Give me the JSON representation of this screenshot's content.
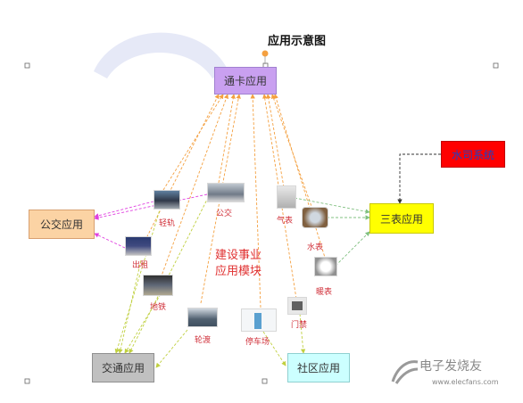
{
  "title": "应用示意图",
  "boxes": {
    "top": "通卡应用",
    "bus": "公交应用",
    "meter": "三表应用",
    "water_sys": "水司系统",
    "transport": "交通应用",
    "community": "社区应用"
  },
  "center_text": [
    "建设事业",
    "应用模块"
  ],
  "icons": {
    "light_rail": "轻轨",
    "bus": "公交",
    "taxi": "出租",
    "metro": "地铁",
    "ferry": "轮渡",
    "parking": "停车场",
    "gas_meter": "气表",
    "water_meter": "水表",
    "heat_meter": "暖表",
    "access": "门禁"
  },
  "watermark": {
    "text": "电子发烧友",
    "url": "www.elecfans.com"
  },
  "colors": {
    "top_box": "#c9a0f0",
    "bus_box": "#fbd3a4",
    "meter_box": "#ffff00",
    "water_box": "#ff0000",
    "transport_box": "#c0c0c0",
    "community_box": "#ccffff",
    "arrow_orange": "#f4a040",
    "arrow_magenta": "#e040e0",
    "arrow_green": "#80c080",
    "arrow_yellowgreen": "#c0d040"
  }
}
